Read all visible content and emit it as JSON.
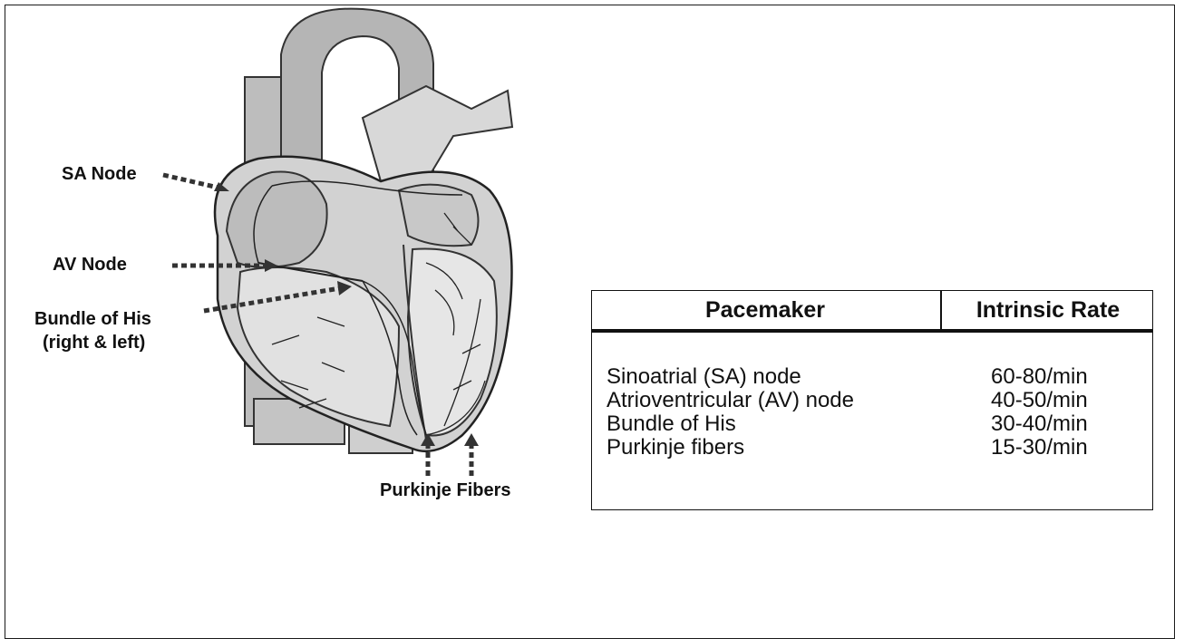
{
  "labels": {
    "sa_node": "SA Node",
    "av_node": "AV Node",
    "bundle_line1": "Bundle of His",
    "bundle_line2": "(right & left)",
    "purkinje": "Purkinje Fibers"
  },
  "table": {
    "header_pacemaker": "Pacemaker",
    "header_rate": "Intrinsic Rate",
    "rows": [
      {
        "name": "Sinoatrial (SA) node",
        "rate": "60-80/min"
      },
      {
        "name": "Atrioventricular (AV) node",
        "rate": "40-50/min"
      },
      {
        "name": "Bundle of His",
        "rate": "30-40/min"
      },
      {
        "name": "Purkinje fibers",
        "rate": "15-30/min"
      }
    ]
  }
}
